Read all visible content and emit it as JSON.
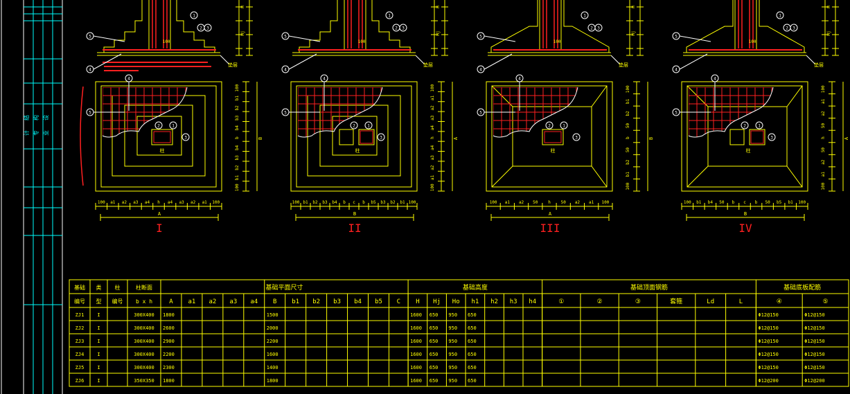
{
  "colors": {
    "bg": "#000000",
    "yellow": "#ffff00",
    "red": "#ff2020",
    "cyan": "#00ffff",
    "white": "#ffffff"
  },
  "left_strip": {
    "labels": [
      "结",
      "构",
      "设",
      "计",
      "专",
      "业"
    ]
  },
  "views": [
    {
      "roman": "I",
      "plan_bottom_dims": [
        "100",
        "a1",
        "a2",
        "a3",
        "a4",
        "h",
        "a4",
        "a3",
        "a2",
        "a1",
        "100"
      ],
      "length_label": "A",
      "side_dims": [
        "100",
        "b1",
        "b2",
        "b3",
        "b4",
        "b",
        "b4",
        "b3",
        "b2",
        "b1",
        "100"
      ],
      "side_label": "B",
      "section_dims": [
        "H",
        "Hj"
      ],
      "cushion": "垫层",
      "column": "柱",
      "callouts": [
        "1",
        "2",
        "3",
        "4",
        "5"
      ],
      "leader_100": "100"
    },
    {
      "roman": "II",
      "plan_bottom_dims": [
        "100",
        "b1",
        "b2",
        "b3",
        "b4",
        "b",
        "c",
        "b",
        "b5",
        "b3",
        "b2",
        "b1",
        "100"
      ],
      "length_label": "B",
      "side_dims": [
        "100",
        "a1",
        "a2",
        "a3",
        "a4",
        "h",
        "a4",
        "a3",
        "a2",
        "a1",
        "100"
      ],
      "side_label": "A",
      "section_dims": [
        "H",
        "Hj"
      ],
      "cushion": "垫层",
      "column": "柱",
      "callouts": [
        "1",
        "2",
        "3",
        "4",
        "5"
      ],
      "leader_100": "100"
    },
    {
      "roman": "III",
      "plan_bottom_dims": [
        "100",
        "a1",
        "a2",
        "50",
        "h",
        "50",
        "a2",
        "a1",
        "100"
      ],
      "length_label": "A",
      "side_dims": [
        "100",
        "b1",
        "b2",
        "50",
        "b",
        "50",
        "b2",
        "b1",
        "100"
      ],
      "side_label": "B",
      "section_dims": [
        "H",
        "Hj"
      ],
      "cushion": "垫层",
      "column": "柱",
      "callouts": [
        "1",
        "2",
        "3",
        "4",
        "5"
      ],
      "leader_100": "100"
    },
    {
      "roman": "IV",
      "plan_bottom_dims": [
        "100",
        "b1",
        "b4",
        "50",
        "b",
        "c",
        "b",
        "50",
        "b5",
        "b1",
        "100"
      ],
      "length_label": "B",
      "side_dims": [
        "100",
        "a1",
        "a2",
        "50",
        "h",
        "50",
        "a2",
        "a1",
        "100"
      ],
      "side_label": "A",
      "section_dims": [
        "H",
        "Hj"
      ],
      "cushion": "垫层",
      "column": "柱",
      "callouts": [
        "1",
        "2",
        "3",
        "4",
        "5"
      ],
      "leader_100": "100"
    }
  ],
  "table": {
    "group_headers": {
      "plan": "基础平面尺寸",
      "height": "基础高度",
      "top_rebar": "基础顶面钢筋",
      "bottom_rebar": "基础底板配筋"
    },
    "left_headers_top": [
      "基础",
      "类",
      "柱",
      "柱断面"
    ],
    "left_headers_bottom": [
      "编号",
      "型",
      "编号",
      "b x h"
    ],
    "columns": [
      "A",
      "a1",
      "a2",
      "a3",
      "a4",
      "B",
      "b1",
      "b2",
      "b3",
      "b4",
      "b5",
      "C",
      "H",
      "Hj",
      "Ho",
      "h1",
      "h2",
      "h3",
      "h4",
      "①",
      "②",
      "③",
      "套箍",
      "Ld",
      "L",
      "④",
      "⑤"
    ],
    "rows": [
      {
        "id": "ZJ1",
        "type": "I",
        "col": "",
        "section": "300X400",
        "A": "1800",
        "B": "1500",
        "H": "1600",
        "Hj": "650",
        "Ho": "950",
        "h1": "650",
        "r4": "Φ12@150",
        "r5": "Φ12@150"
      },
      {
        "id": "ZJ2",
        "type": "I",
        "col": "",
        "section": "300X400",
        "A": "2600",
        "B": "2000",
        "H": "1600",
        "Hj": "650",
        "Ho": "950",
        "h1": "650",
        "r4": "Φ12@150",
        "r5": "Φ12@150"
      },
      {
        "id": "ZJ3",
        "type": "I",
        "col": "",
        "section": "300X400",
        "A": "2900",
        "B": "2200",
        "H": "1600",
        "Hj": "650",
        "Ho": "950",
        "h1": "650",
        "r4": "Φ12@150",
        "r5": "Φ12@150"
      },
      {
        "id": "ZJ4",
        "type": "I",
        "col": "",
        "section": "300X400",
        "A": "2200",
        "B": "1600",
        "H": "1600",
        "Hj": "650",
        "Ho": "950",
        "h1": "650",
        "r4": "Φ12@150",
        "r5": "Φ12@150"
      },
      {
        "id": "ZJ5",
        "type": "I",
        "col": "",
        "section": "300X400",
        "A": "2300",
        "B": "1400",
        "H": "1600",
        "Hj": "650",
        "Ho": "950",
        "h1": "650",
        "r4": "Φ12@150",
        "r5": "Φ12@150"
      },
      {
        "id": "ZJ6",
        "type": "I",
        "col": "",
        "section": "350X350",
        "A": "1800",
        "B": "1800",
        "H": "1600",
        "Hj": "650",
        "Ho": "950",
        "h1": "650",
        "r4": "Φ12@200",
        "r5": "Φ12@200"
      }
    ]
  }
}
